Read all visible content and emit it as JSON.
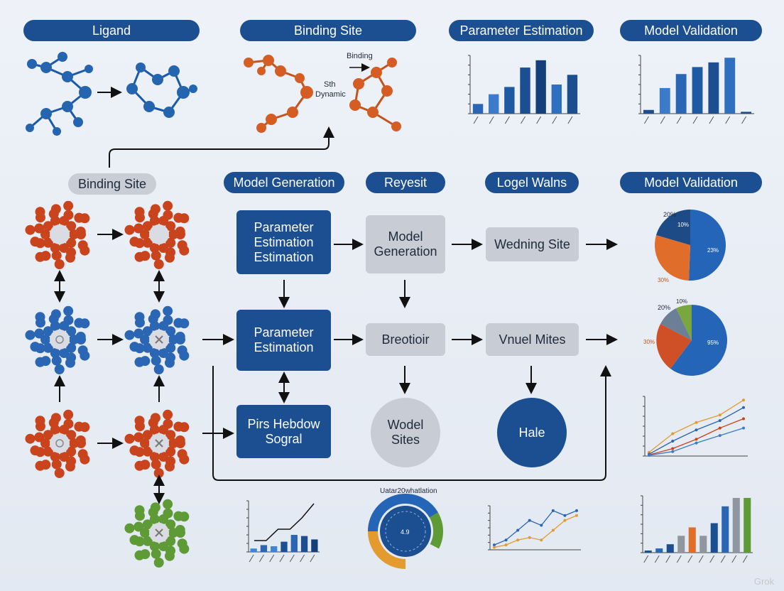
{
  "headers": {
    "ligand": "Ligand",
    "binding_site": "Binding Site",
    "parameter_estimation": "Parameter Estimation",
    "model_validation": "Model Validation",
    "binding_site_2": "Binding Site",
    "model_generation": "Model Generation",
    "reyesit": "Reyesit",
    "logel_walns": "Logel Walns",
    "model_validation_2": "Model Validation"
  },
  "annotations": {
    "binding": "Binding",
    "sth_dynamic": "Sth\nDynamic"
  },
  "flow": {
    "param_est_1": "Parameter\nEstimation\nEstimation",
    "model_generation_box": "Model\nGeneration",
    "wedning_site": "Wedning Site",
    "param_est_2": "Parameter\nEstimation",
    "breotioir": "Breotioir",
    "vnuel_mites": "Vnuel Mites",
    "pirs_hebdow": "Pirs Hebdow\nSogral",
    "wodel_sites": "Wodel\nSites",
    "hale": "Hale"
  },
  "pie_labels": {
    "pie1": [
      "20%",
      "10%",
      "23%",
      "30%"
    ],
    "pie2": [
      "20%",
      "10%",
      "30%",
      "95%"
    ]
  },
  "donut": {
    "title": "Uatar20whatlation",
    "center": "4.9"
  },
  "watermark": "Grok",
  "colors": {
    "brand_blue": "#1b4f91",
    "orange": "#d9562a",
    "green": "#5e9a35",
    "gray": "#c8cdd5"
  },
  "chart_data": [
    {
      "type": "bar",
      "id": "top-param",
      "values": [
        20,
        40,
        55,
        95,
        110,
        60,
        80
      ]
    },
    {
      "type": "bar",
      "id": "top-valid",
      "values": [
        8,
        55,
        85,
        100,
        110,
        120,
        4
      ]
    },
    {
      "type": "line",
      "id": "right-line",
      "series": [
        {
          "values": [
            10,
            60,
            90,
            110,
            150
          ]
        },
        {
          "values": [
            5,
            40,
            70,
            95,
            130
          ]
        },
        {
          "values": [
            3,
            20,
            45,
            75,
            100
          ]
        },
        {
          "values": [
            2,
            12,
            35,
            55,
            75
          ]
        }
      ]
    },
    {
      "type": "bar",
      "id": "bottom-left",
      "values": [
        6,
        12,
        10,
        18,
        30,
        28,
        22
      ],
      "line": [
        20,
        20,
        40,
        40,
        60,
        85
      ]
    },
    {
      "type": "line",
      "id": "bottom-mid",
      "series": [
        {
          "values": [
            10,
            20,
            40,
            60,
            50,
            80,
            70,
            80
          ]
        },
        {
          "values": [
            5,
            10,
            20,
            25,
            20,
            40,
            60,
            70
          ]
        }
      ]
    },
    {
      "type": "bar",
      "id": "bottom-right",
      "values": [
        5,
        10,
        20,
        40,
        60,
        40,
        70,
        110,
        130,
        130
      ]
    }
  ]
}
